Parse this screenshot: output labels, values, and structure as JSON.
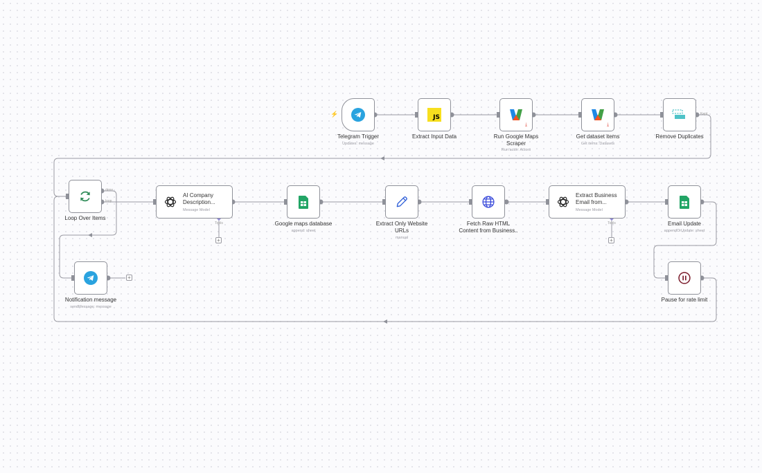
{
  "nodes": {
    "telegram_trigger": {
      "label": "Telegram Trigger",
      "sub": "Updates: message"
    },
    "extract_input": {
      "label": "Extract Input Data",
      "icon_text": "JS"
    },
    "run_scraper": {
      "label": "Run Google Maps\nScraper",
      "sub": "Run actor: Actors"
    },
    "get_dataset": {
      "label": "Get dataset items",
      "sub": "Get items: Datasets"
    },
    "remove_dup": {
      "label": "Remove Duplicates",
      "port": "Kept"
    },
    "loop": {
      "label": "Loop Over Items",
      "port_done": "done",
      "port_loop": "loop"
    },
    "ai_desc": {
      "title": "AI Company\nDescription...",
      "sub": "Message Model",
      "tools": "Tools"
    },
    "gmaps_db": {
      "label": "Google maps database",
      "sub": "append: sheet"
    },
    "extract_urls": {
      "label": "Extract Only Website\nURLs",
      "sub": "manual"
    },
    "fetch_html": {
      "label": "Fetch Raw HTML\nContent from Business.."
    },
    "extract_email": {
      "title": "Extract Business\nEmail from...",
      "sub": "Message Model",
      "tools": "Tools"
    },
    "email_update": {
      "label": "Email Update",
      "sub": "appendOrUpdate: sheet"
    },
    "pause": {
      "label": "Pause for rate limit"
    },
    "notify": {
      "label": "Notification message",
      "sub": "sendMessage: message"
    }
  },
  "icons": {
    "telegram": "telegram-icon",
    "javascript": "javascript-icon",
    "apify": "apify-icon",
    "remove_duplicates": "remove-duplicates-icon",
    "loop": "loop-icon",
    "openai": "openai-icon",
    "sheets": "google-sheets-icon",
    "pen": "pen-icon",
    "globe": "globe-icon",
    "pause": "pause-icon"
  },
  "colors": {
    "telegram": "#2aa3df",
    "sheets": "#23a566",
    "loop_green": "#2e8b57",
    "apify_blue": "#1e88e5",
    "apify_orange": "#f4511e",
    "pen_blue": "#2f5fd8",
    "globe_blue": "#3546d9",
    "pause_maroon": "#7a1a2a",
    "remove_teal": "#4fc3c8",
    "edge": "#9a9aa2"
  }
}
